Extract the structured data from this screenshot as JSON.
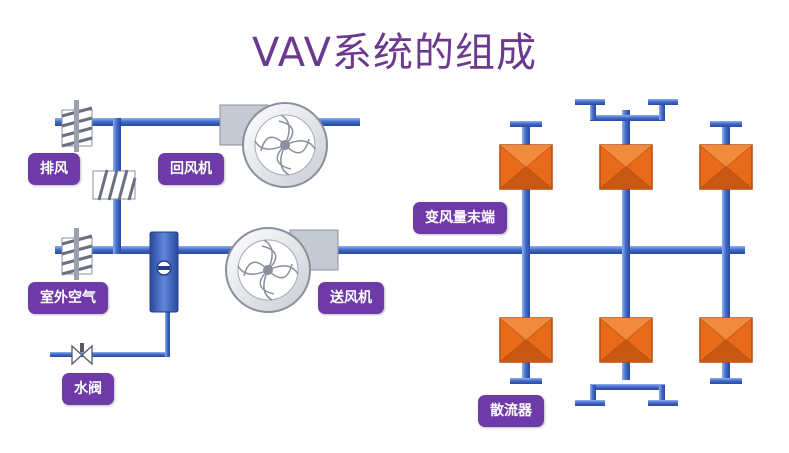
{
  "title": "VAV系统的组成",
  "labels": {
    "exhaust": "排风",
    "return_fan": "回风机",
    "outdoor_air": "室外空气",
    "supply_fan": "送风机",
    "vav_terminal": "变风量末端",
    "water_valve": "水阀",
    "diffuser": "散流器"
  },
  "colors": {
    "title": "#6b3a8f",
    "label_bg": "#6e3aa8",
    "label_text": "#ffffff",
    "duct": "#3f68c8",
    "vav_box": "#e86b1a",
    "damper": "#8a8f9e"
  },
  "icons": {
    "fan": "centrifugal-fan-icon",
    "damper": "louver-damper-icon",
    "valve": "valve-icon",
    "coil": "coil-icon",
    "vav_box": "vav-box-icon"
  }
}
